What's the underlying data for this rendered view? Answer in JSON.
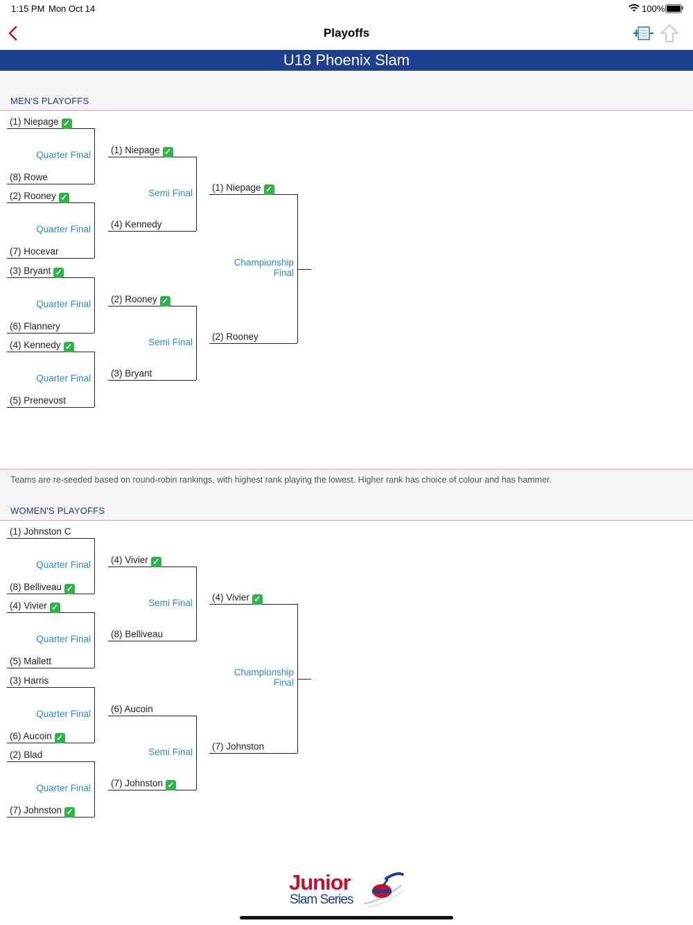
{
  "status_bar": {
    "time": "1:15 PM",
    "date": "Mon Oct 14",
    "battery": "100%"
  },
  "nav": {
    "title": "Playoffs"
  },
  "banner": {
    "title": "U18 Phoenix Slam"
  },
  "labels": {
    "quarter_final": "Quarter Final",
    "semi_final": "Semi Final",
    "championship_1": "Championship",
    "championship_2": "Final"
  },
  "mens": {
    "header": "MEN'S PLAYOFFS",
    "qf": [
      {
        "a": "(1) Niepage",
        "b": "(8) Rowe"
      },
      {
        "a": "(2) Rooney",
        "b": "(7) Hocevar"
      },
      {
        "a": "(3) Bryant",
        "b": "(6) Flannery"
      },
      {
        "a": "(4) Kennedy",
        "b": "(5) Prenevost"
      }
    ],
    "sf": [
      {
        "a": "(1) Niepage",
        "b": "(4) Kennedy"
      },
      {
        "a": "(2) Rooney",
        "b": "(3) Bryant"
      }
    ],
    "final": {
      "a": "(1) Niepage",
      "b": "(2) Rooney"
    }
  },
  "note": "Teams are re-seeded based on round-robin rankings, with  highest rank playing the lowest. Higher rank has choice of colour and has hammer.",
  "womens": {
    "header": "WOMEN'S PLAYOFFS",
    "qf": [
      {
        "a": "(1) Johnston C",
        "b": "(8) Belliveau"
      },
      {
        "a": "(4) Vivier",
        "b": "(5) Mallett"
      },
      {
        "a": "(3) Harris",
        "b": "(6) Aucoin"
      },
      {
        "a": "(2) Blad",
        "b": "(7) Johnston"
      }
    ],
    "sf": [
      {
        "a": "(4) Vivier",
        "b": "(8) Belliveau"
      },
      {
        "a": "(6) Aucoin",
        "b": "(7) Johnston"
      }
    ],
    "final": {
      "a": "(4) Vivier",
      "b": "(7) Johnston"
    }
  },
  "logo": {
    "line1": "Junior",
    "line2": "Slam Series"
  },
  "colors": {
    "banner": "#1d3f8f",
    "round_label": "#2b8dbf",
    "back": "#c8102e",
    "winner_check": "#2fb44a"
  }
}
